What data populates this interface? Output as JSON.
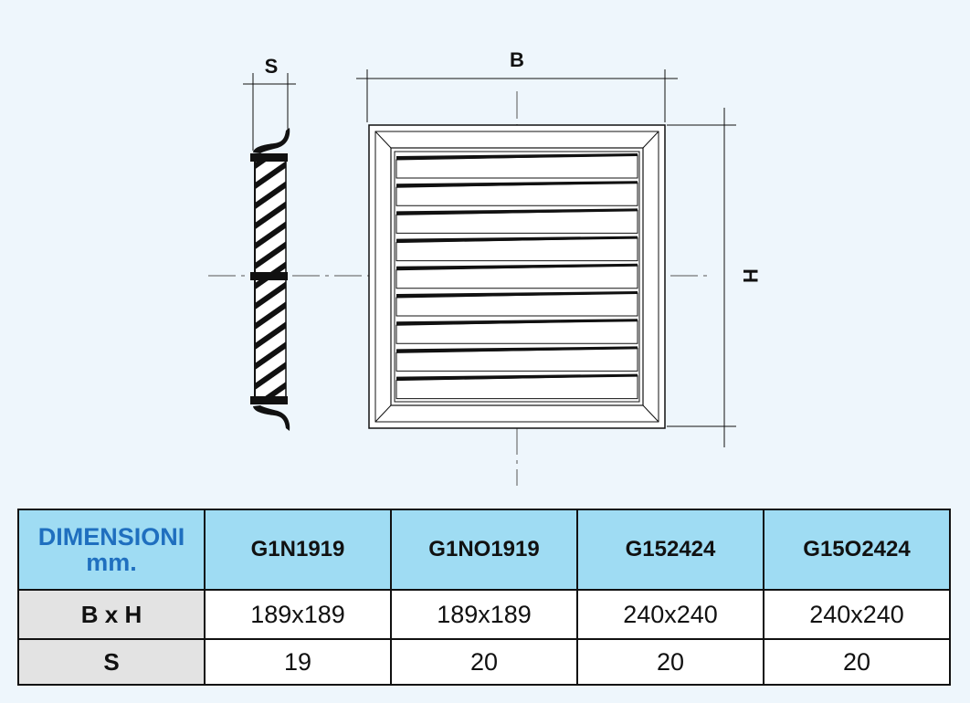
{
  "drawing": {
    "label_s": "S",
    "label_b": "B",
    "label_h": "H"
  },
  "table": {
    "header_line1": "DIMENSIONI",
    "header_line2": "mm.",
    "models": [
      "G1N1919",
      "G1NO1919",
      "G152424",
      "G15O2424"
    ],
    "rows": [
      {
        "label": "B x H",
        "values": [
          "189x189",
          "189x189",
          "240x240",
          "240x240"
        ]
      },
      {
        "label": "S",
        "values": [
          "19",
          "20",
          "20",
          "20"
        ]
      }
    ]
  },
  "colors": {
    "background": "#eef6fc",
    "header_fill": "#9fdcf3",
    "header_title": "#1f6fbf",
    "row_label_fill": "#e3e3e3"
  }
}
